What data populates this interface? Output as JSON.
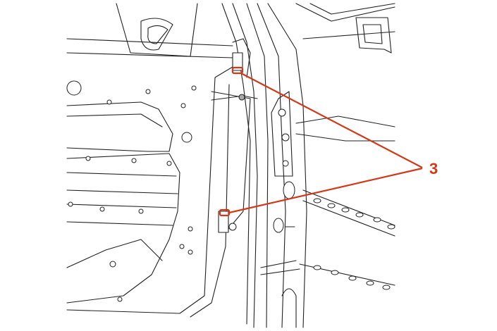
{
  "callout": {
    "label": "3",
    "color": "#d03a1a",
    "targets": [
      "upper-hinge",
      "lower-hinge"
    ]
  }
}
